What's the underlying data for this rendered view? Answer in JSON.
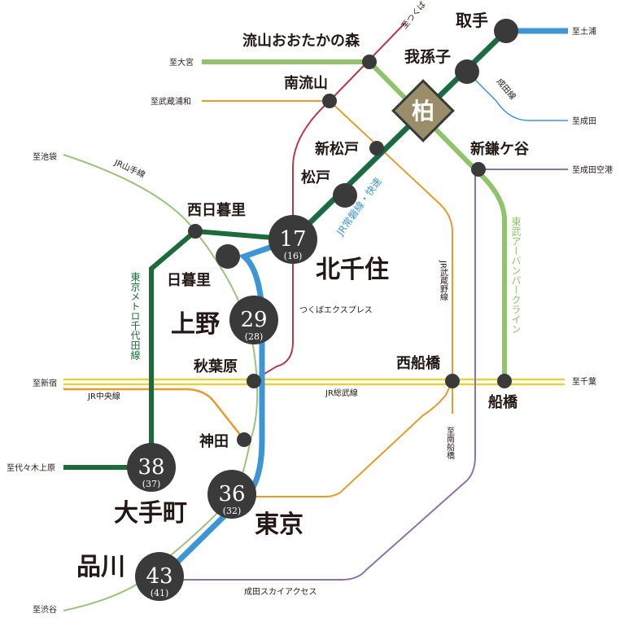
{
  "colors": {
    "green_dark": "#1d6a3a",
    "green_light": "#8fc46a",
    "green_yamanote": "#9bc47a",
    "blue": "#3e95d4",
    "orange": "#e69b2a",
    "yellow": "#e6d23a",
    "red": "#b73a4a",
    "purple": "#8f73a8",
    "station": "#3a3a3a",
    "kashiwa": "#9a8e6a"
  },
  "hub": {
    "label": "柏"
  },
  "stations": {
    "toride": "取手",
    "abiko": "我孫子",
    "nagareyama": "流山おおたかの森",
    "minaminagareyama": "南流山",
    "shinmatsudo": "新松戸",
    "matsudo": "松戸",
    "shinkamagaya": "新鎌ケ谷",
    "nishinippori": "西日暮里",
    "nippori": "日暮里",
    "kitasenju": "北千住",
    "ueno": "上野",
    "akihabara": "秋葉原",
    "nishifunabashi": "西船橋",
    "funabashi": "船橋",
    "kanda": "神田",
    "otemachi": "大手町",
    "tokyo": "東京",
    "shinagawa": "品川"
  },
  "minutes": {
    "kitasenju": {
      "main": "17",
      "sub": "(16)"
    },
    "ueno": {
      "main": "29",
      "sub": "(28)"
    },
    "otemachi": {
      "main": "38",
      "sub": "(37)"
    },
    "tokyo": {
      "main": "36",
      "sub": "(32)"
    },
    "shinagawa": {
      "main": "43",
      "sub": "(41)"
    }
  },
  "directions": {
    "tsuchiura": "至土浦",
    "tsukuba": "至つくば",
    "omiya": "至大宮",
    "musashiurawa": "至武蔵浦和",
    "narita": "至成田",
    "narita_airport": "至成田空港",
    "ikebukuro": "至池袋",
    "shinjuku": "至新宿",
    "chiba": "至千葉",
    "yoyogiuehara": "至代々木上原",
    "minamifunabashi": "至南船橋",
    "shibuya": "至渋谷"
  },
  "lines": {
    "narita_line": "成田線",
    "joban_rapid": "JR常磐線・快速",
    "yamanote": "JR山手線",
    "chiyoda": "東京メトロ千代田線",
    "musashino": "JR武蔵野線",
    "tobu_urban_park": "東武アーバンパークライン",
    "tsukuba_express": "つくばエクスプレス",
    "chuo": "JR中央線",
    "sobu": "JR総武線",
    "skyaccess": "成田スカイアクセス"
  }
}
